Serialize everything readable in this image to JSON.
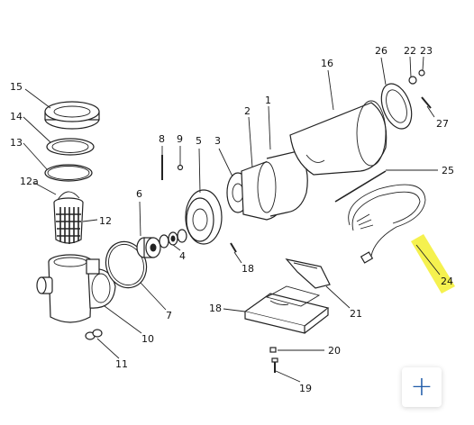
{
  "colors": {
    "highlight": "#f4ef3c",
    "zoom_accent": "#1e5aa8",
    "line": "#222222"
  },
  "labels": {
    "l1": "1",
    "l2": "2",
    "l3": "3",
    "l4": "4",
    "l5": "5",
    "l6": "6",
    "l7": "7",
    "l8": "8",
    "l9": "9",
    "l10": "10",
    "l11": "11",
    "l12": "12",
    "l12a": "12a",
    "l13": "13",
    "l14": "14",
    "l15": "15",
    "l16": "16",
    "l18a": "18",
    "l18b": "18",
    "l19": "19",
    "l20": "20",
    "l21": "21",
    "l22": "22",
    "l23": "23",
    "l24": "24",
    "l25": "25",
    "l26": "26",
    "l27": "27"
  },
  "zoom_button": {
    "icon": "plus-icon",
    "label": "+"
  }
}
